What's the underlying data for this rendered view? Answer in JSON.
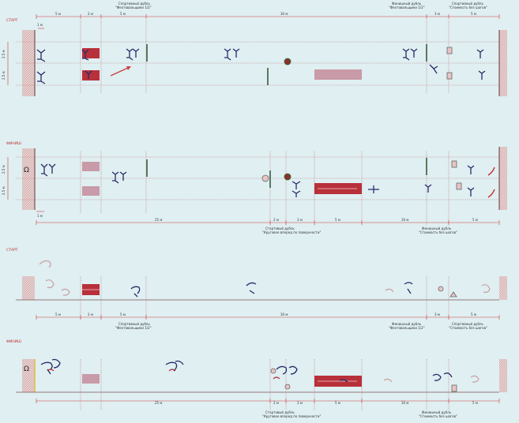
{
  "sections": [
    {
      "label": "СТАРТ"
    },
    {
      "label": "ФИНИШ"
    },
    {
      "label": "СТАРТ"
    },
    {
      "label": "ФИНИШ"
    }
  ],
  "dims": {
    "d5": "5 м",
    "d2": "2 м",
    "d30": "30 м",
    "d25": "25 м",
    "d10": "10 м",
    "d3": "3 м",
    "d1": "1 м",
    "d2_5": "2.5 м"
  },
  "notes": {
    "s1_top_left": [
      "Спортивный дубль",
      "\"Фехтовальщики 1/2\""
    ],
    "s1_top_right1": [
      "Финишный дубль",
      "\"Фехтовальщики 1/2\""
    ],
    "s1_top_right2": [
      "Спортивный дубль",
      "\"Стоимость без шагов\""
    ],
    "s2_bot_left": [
      "Стартовый дубль",
      "\"Круговое вперед по поверхности\""
    ],
    "s2_bot_right": [
      "Финишный дубль",
      "\"Стоимость без шагов\""
    ],
    "s3_left": [
      "Спортивный дубль",
      "\"Фехтовальщики 1/2\""
    ],
    "s3_right1": [
      "Финишный дубль",
      "\"Фехтовальщики 1/2\""
    ],
    "s3_right2": [
      "Спортивный дубль",
      "\"Стоимость без шагов\""
    ],
    "s4_left": [
      "Стартовый дубль",
      "\"Круговое вперед по поверхности\""
    ],
    "s4_right": [
      "Финишный дубль",
      "\"Стоимость без шагов\""
    ]
  },
  "colors": {
    "background": "#dfeff2",
    "accent": "#d23a3a",
    "wall": "#c9a8a8",
    "mat": "#c7879a",
    "figure_dark": "#2a2a6a",
    "figure_red": "#b0303a"
  }
}
